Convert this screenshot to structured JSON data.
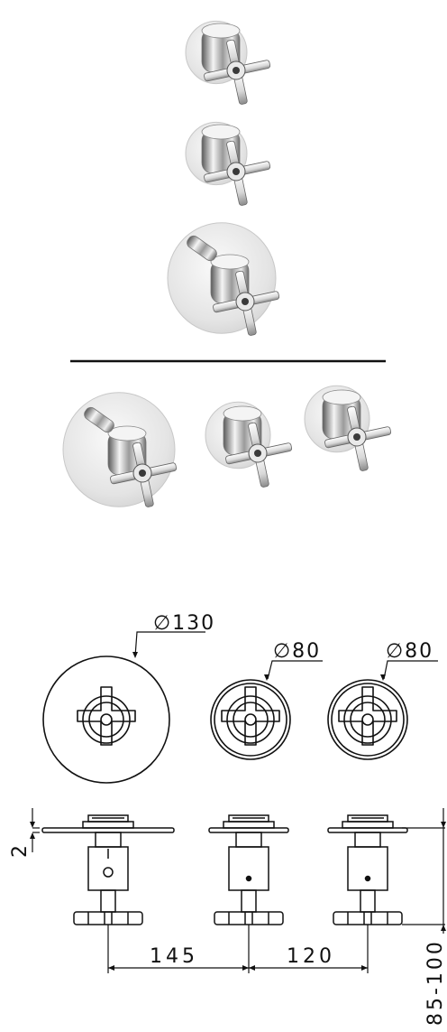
{
  "dimensions": {
    "plate_large": "∅130",
    "plate_small_1": "∅80",
    "plate_small_2": "∅80",
    "plate_thickness": "2",
    "spacing_left": "145",
    "spacing_right": "120",
    "wall_depth": "85-100"
  },
  "colors": {
    "line": "#111111",
    "chrome_light": "#f2f2f2",
    "chrome_mid": "#bdbdbd",
    "chrome_dark": "#4a4a4a",
    "plate": "#e6e6e6"
  },
  "icons": [
    "cross-handle-icon",
    "valve-body-icon",
    "rosette-plate-icon"
  ]
}
